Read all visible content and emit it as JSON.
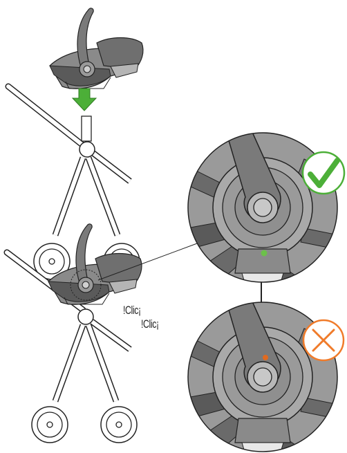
{
  "annotations": {
    "click_1": "!Clic¡",
    "click_2": "!Clic¡"
  },
  "status": {
    "correct": {
      "symbol": "check-mark",
      "color": "#4caf38",
      "indicator_color": "#6cc04a"
    },
    "incorrect": {
      "symbol": "cross-mark",
      "color": "#f07b2a",
      "indicator_color": "#e06a20"
    }
  },
  "arrow": {
    "direction": "down",
    "color": "#4caf38"
  },
  "colors": {
    "line": "#222222",
    "seat_dark": "#5a5a5a",
    "seat_mid": "#8a8a8a",
    "seat_light": "#b5b5b5"
  }
}
